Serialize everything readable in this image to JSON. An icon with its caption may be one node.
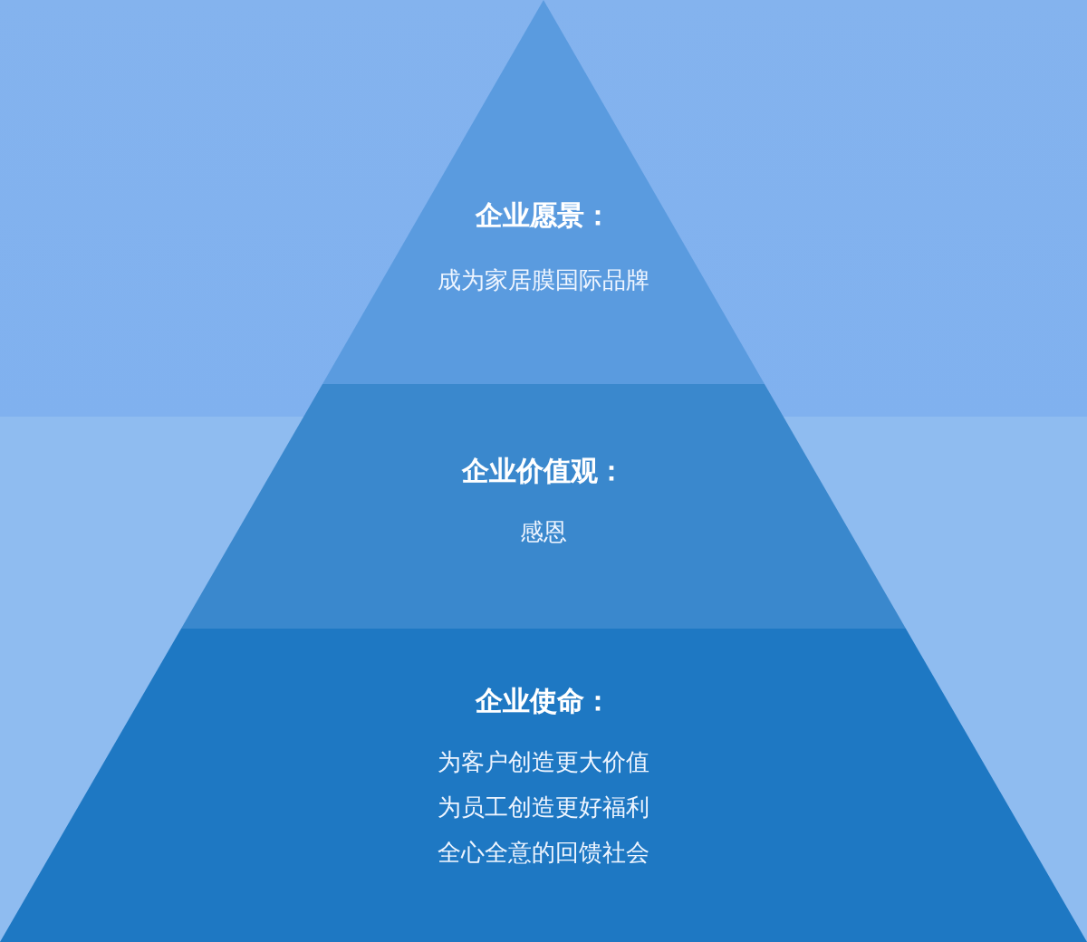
{
  "diagram": {
    "nodes": [
      {
        "text": [
          "企业愿景：",
          "成为家居膜国际品牌"
        ]
      },
      {
        "text": [
          "企业价值观：",
          "感恩"
        ]
      },
      {
        "text": [
          "企业使命：",
          "为客户创造更大价值",
          "为员工创造更好福利",
          "全心全意的回馈社会"
        ]
      }
    ]
  }
}
